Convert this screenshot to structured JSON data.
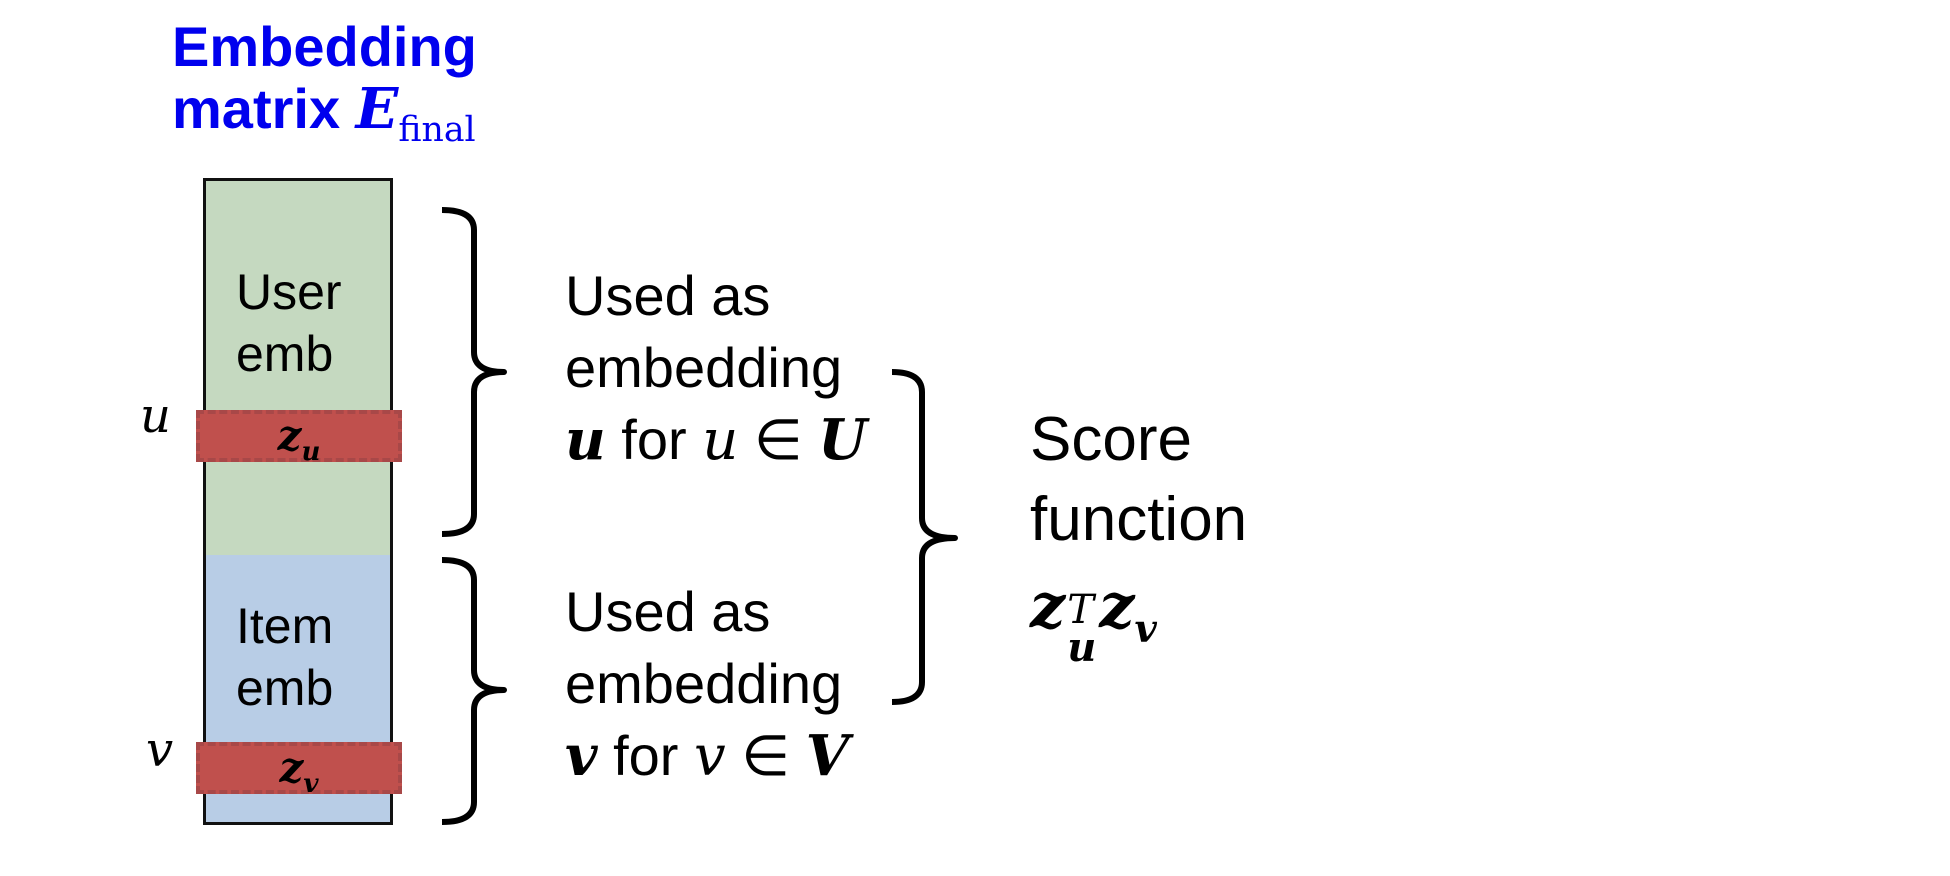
{
  "title": {
    "line1": "Embedding",
    "line2_text": "matrix",
    "line2_symbol": "E",
    "line2_subscript": "final"
  },
  "matrix": {
    "user_block": {
      "line1": "User",
      "line2": "emb",
      "fill": "#c5d9c0"
    },
    "item_block": {
      "line1": "Item",
      "line2": "emb",
      "fill": "#b8cde6"
    },
    "user_row": {
      "symbol": "z",
      "subscript": "u",
      "side_label": "u"
    },
    "item_row": {
      "symbol": "z",
      "subscript": "v",
      "side_label": "v"
    },
    "highlight_color": "#c0504d"
  },
  "annotations": {
    "user": {
      "line1": "Used as",
      "line2": "embedding",
      "line3_bold": "u",
      "line3_text": " for ",
      "line3_var": "u",
      "line3_op": " ∈ ",
      "line3_set": "U"
    },
    "item": {
      "line1": "Used as",
      "line2": "embedding",
      "line3_bold": "v",
      "line3_text": " for ",
      "line3_var": "v",
      "line3_op": " ∈ ",
      "line3_set": "V"
    }
  },
  "score": {
    "line1": "Score",
    "line2": "function",
    "z1": "z",
    "z1_sub": "u",
    "z1_sup": "T",
    "z2": "z",
    "z2_sub": "v"
  },
  "colors": {
    "title": "#0000ee",
    "brace": "#000000"
  }
}
